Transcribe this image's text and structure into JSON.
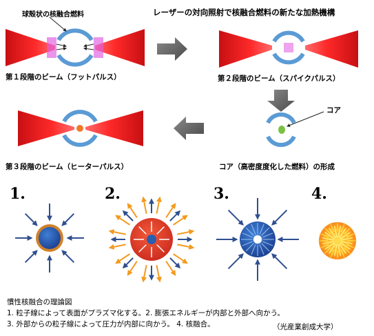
{
  "header": {
    "title": "レーザーの対向照射で核融合燃料の新たな加熱機構",
    "fuel_label": "球殻状の核融合燃料"
  },
  "stages": [
    {
      "label": "第１段階のビーム（フットパルス）"
    },
    {
      "label": "第２段階のビーム（スパイクパルス）"
    },
    {
      "label": "第３段階のビーム（ヒーターパルス）"
    }
  ],
  "core": {
    "label": "コア",
    "formation_label": "コア（高密度度化した燃料）の形成"
  },
  "theory": {
    "numbers": [
      "1.",
      "2.",
      "3.",
      "4."
    ]
  },
  "footer": {
    "title": "慣性核融合の理論図",
    "line1": "1. 粒子線によって表面がプラズマ化する。2. 膨張エネルギーが内部と外部へ向かう。",
    "line2": "3. 外部からの粒子線によって圧力が内部に向かう。 4. 核融合。",
    "credit": "（光産業創成大学）"
  },
  "colors": {
    "beam_red": "#e8201e",
    "shell_blue": "#5b9bd5",
    "arrow_gray": "#6e6e6e",
    "arrow_blue": "#2f4f8f",
    "core_green": "#7ac143",
    "ignite_orange": "#f5a31a"
  }
}
